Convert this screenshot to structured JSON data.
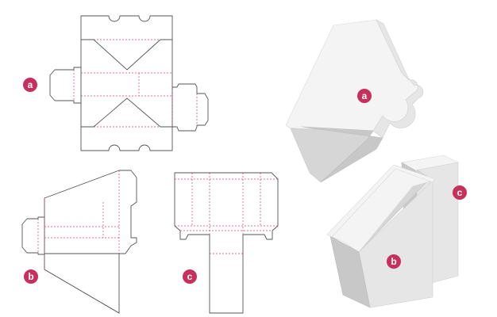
{
  "labels": {
    "die_a": "a",
    "die_b": "b",
    "die_c": "c",
    "box_a": "a",
    "box_b": "b",
    "box_c": "c"
  },
  "colors": {
    "badge": "#c7305c",
    "fold_line": "#d9415f",
    "cut_line": "#555555"
  }
}
